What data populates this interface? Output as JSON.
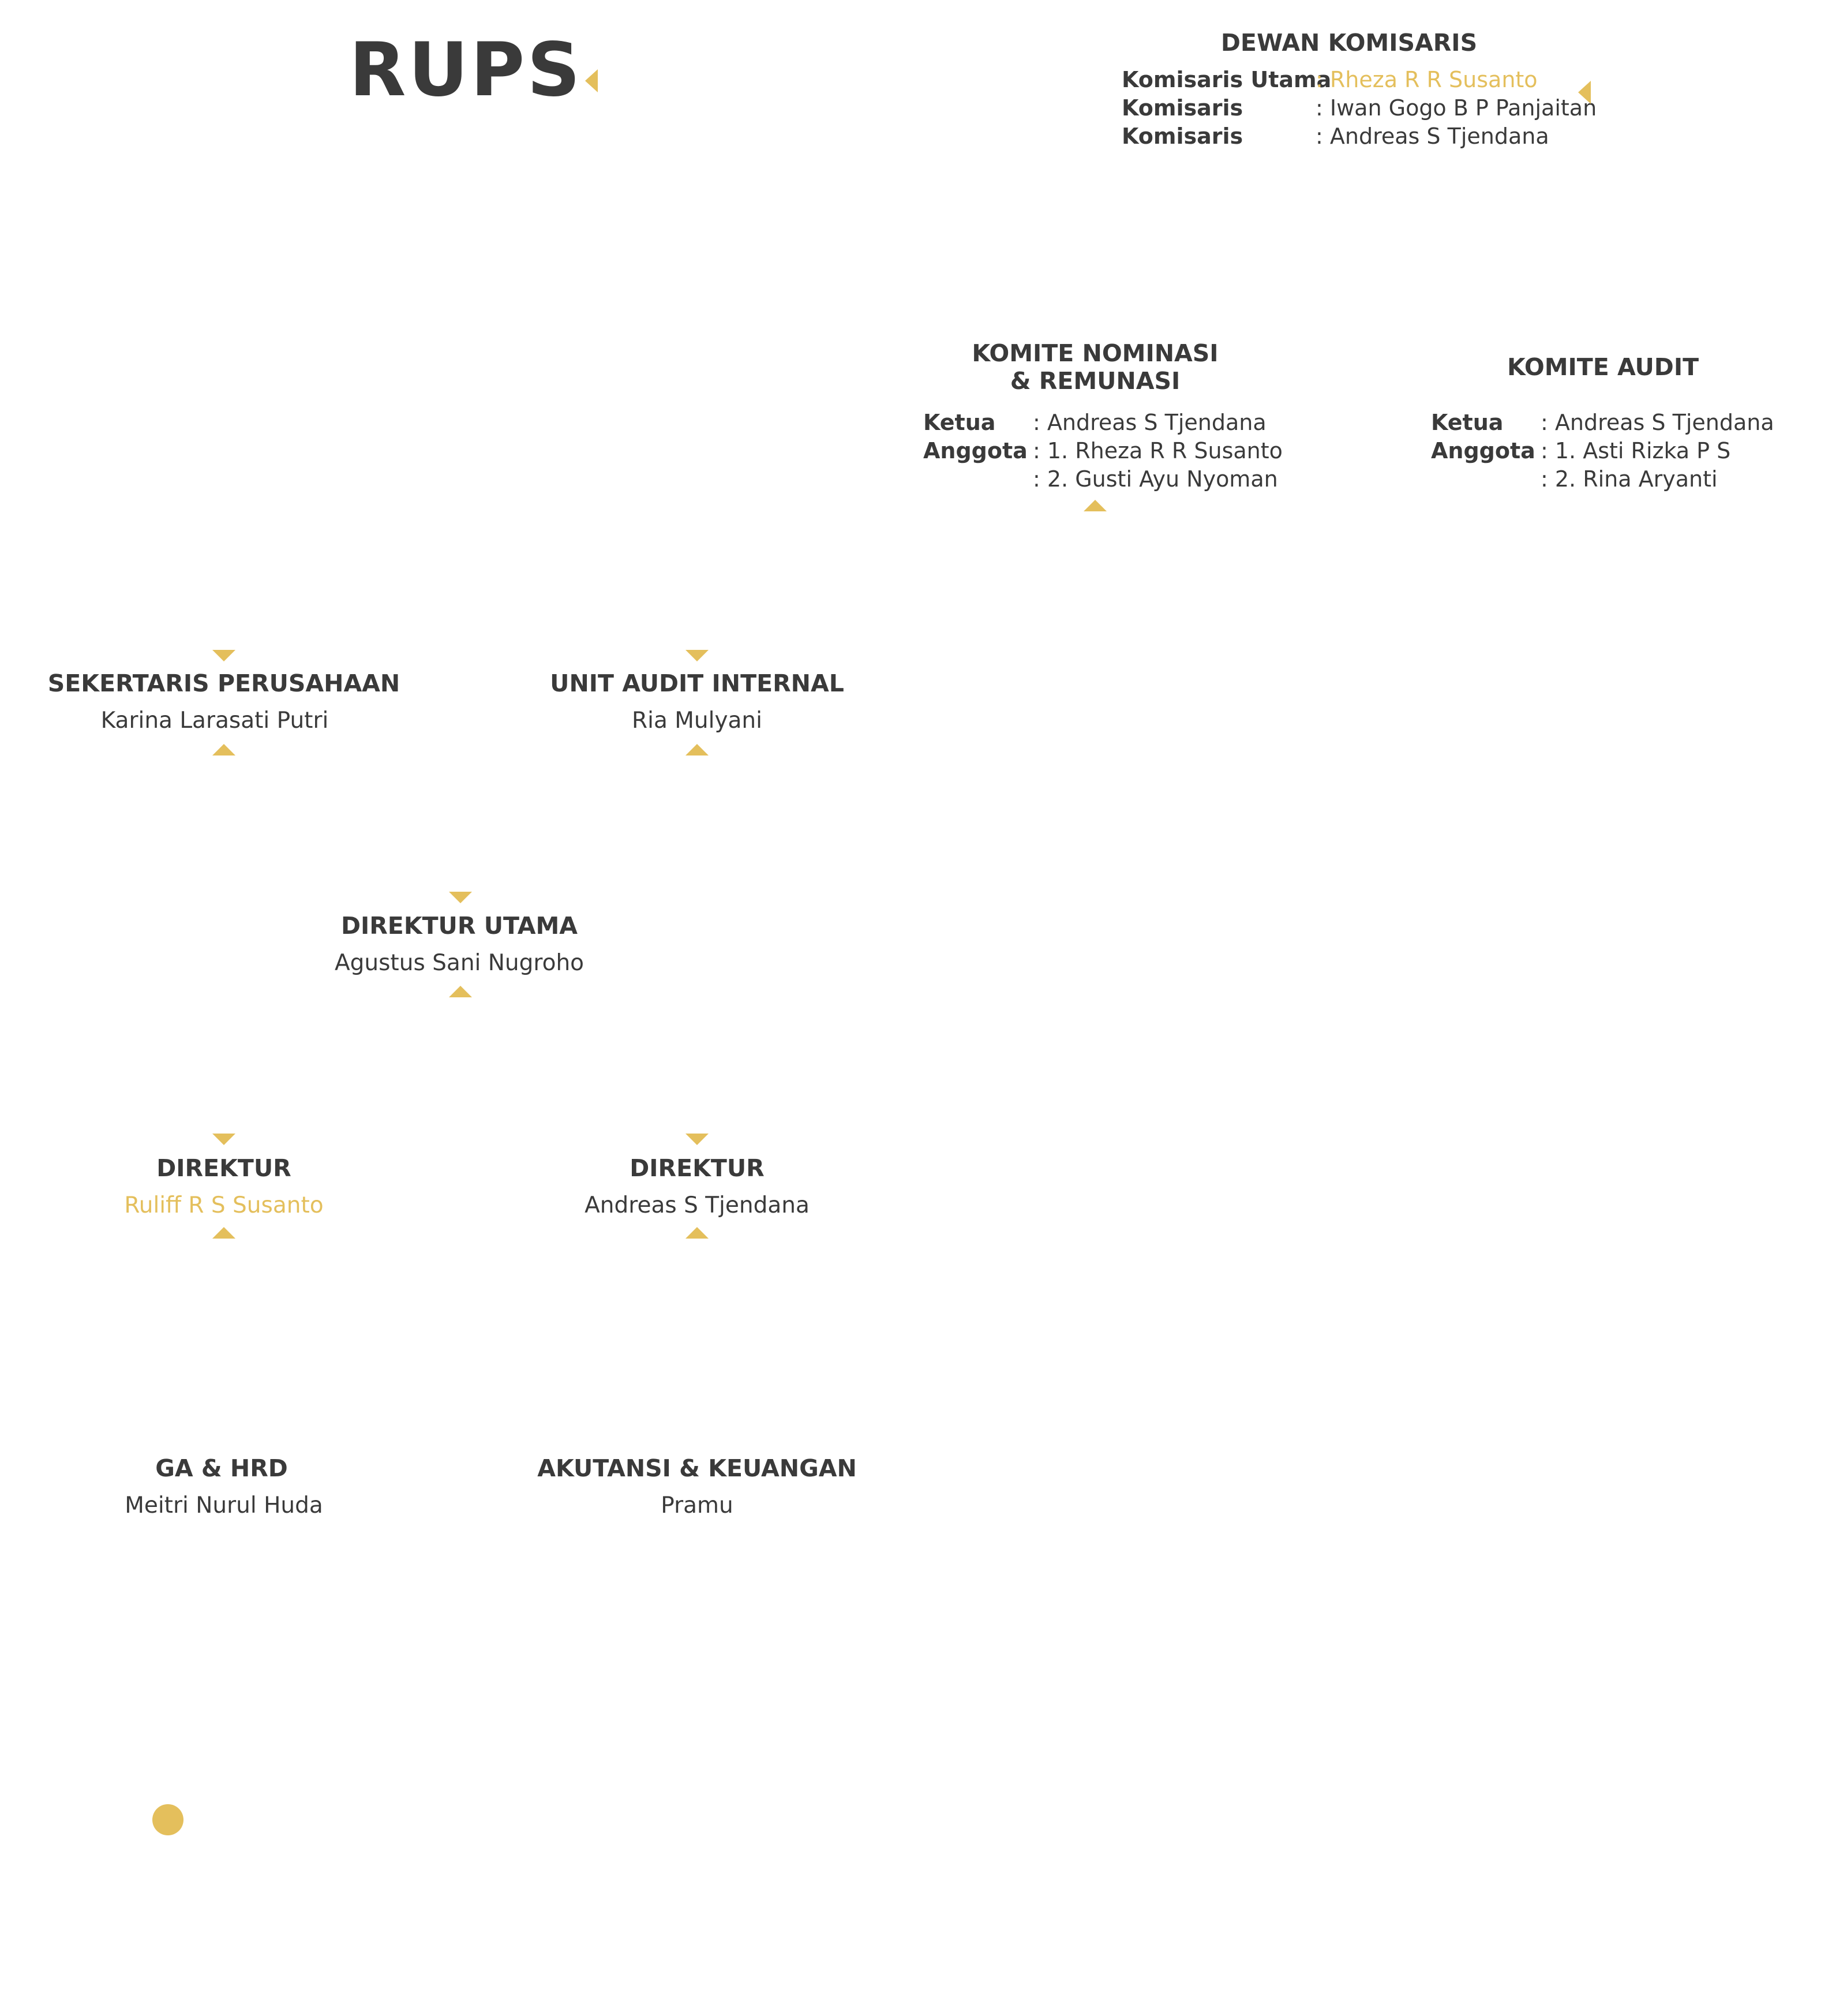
{
  "rups": {
    "title": "RUPS"
  },
  "dewan_komisaris": {
    "title": "DEWAN KOMISARIS",
    "members": [
      {
        "role": "Komisaris Utama",
        "name": ": Rheza R R Susanto"
      },
      {
        "role": "Komisaris",
        "name": ": Iwan Gogo B P Panjaitan"
      },
      {
        "role": "Komisaris",
        "name": ": Andreas S Tjendana"
      }
    ]
  },
  "komite_nominasi": {
    "title_line1": "KOMITE NOMINASI",
    "title_line2": "& REMUNASI",
    "rows": [
      {
        "role": "Ketua",
        "name": ": Andreas S Tjendana"
      },
      {
        "role": "Anggota",
        "name": ": 1. Rheza R R Susanto"
      },
      {
        "role": "",
        "name": ": 2. Gusti Ayu Nyoman"
      }
    ]
  },
  "komite_audit": {
    "title": "KOMITE AUDIT",
    "rows": [
      {
        "role": "Ketua",
        "name": ": Andreas S Tjendana"
      },
      {
        "role": "Anggota",
        "name": ": 1. Asti Rizka P S"
      },
      {
        "role": "",
        "name": ": 2. Rina Aryanti"
      }
    ]
  },
  "sekretaris": {
    "title": "SEKERTARIS PERUSAHAAN",
    "name": "Karina Larasati Putri"
  },
  "audit_internal": {
    "title": "UNIT AUDIT INTERNAL",
    "name": "Ria Mulyani"
  },
  "direktur_utama": {
    "title": "DIREKTUR UTAMA",
    "name": "Agustus Sani Nugroho"
  },
  "direktur_1": {
    "title": "DIREKTUR",
    "name": "Ruliff R S Susanto"
  },
  "direktur_2": {
    "title": "DIREKTUR",
    "name": "Andreas S Tjendana"
  },
  "ga_hrd": {
    "title": "GA & HRD",
    "name": "Meitri Nurul Huda"
  },
  "akuntansi": {
    "title": "AKUTANSI & KEUANGAN",
    "name": "Pramu"
  },
  "colors": {
    "accent": "#e4bf5c",
    "text": "#3a3a3a"
  }
}
